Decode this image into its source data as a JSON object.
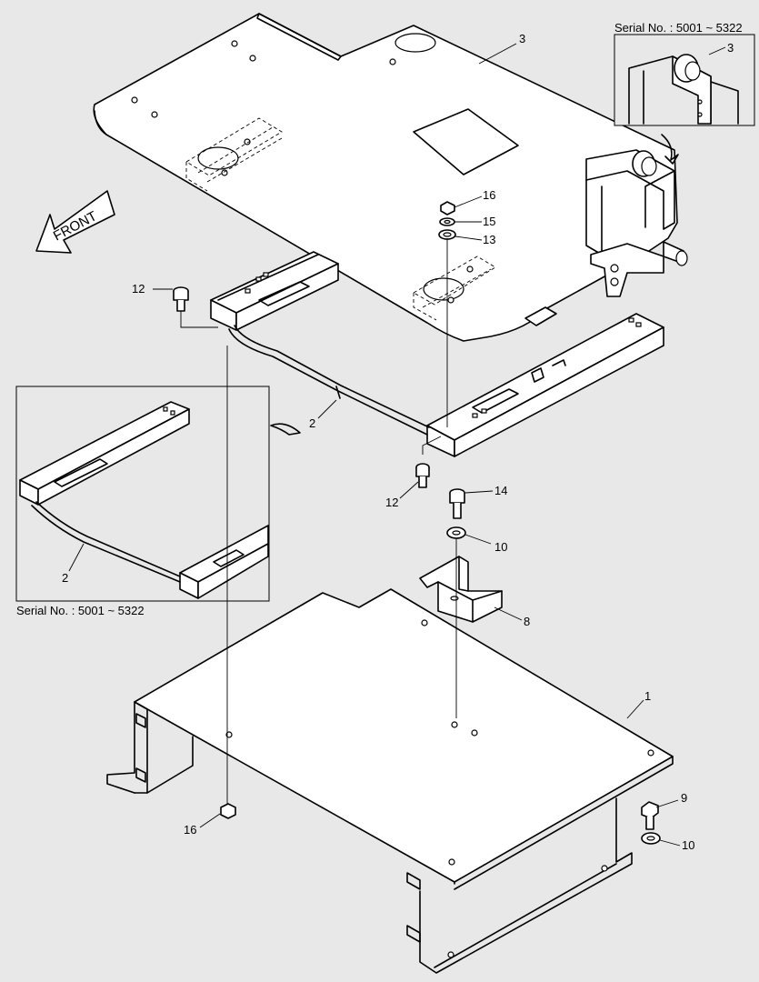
{
  "front_label": "FRONT",
  "callouts": {
    "c1": "1",
    "c2_main": "2",
    "c2_inset": "2",
    "c3_main": "3",
    "c3_inset": "3",
    "c8": "8",
    "c9": "9",
    "c10_a": "10",
    "c10_b": "10",
    "c12_a": "12",
    "c12_b": "12",
    "c13": "13",
    "c14": "14",
    "c15": "15",
    "c16_a": "16",
    "c16_b": "16"
  },
  "insets": {
    "top_right_caption": "Serial No. : 5001 ~ 5322",
    "left_caption": "Serial No. : 5001 ~ 5322"
  }
}
